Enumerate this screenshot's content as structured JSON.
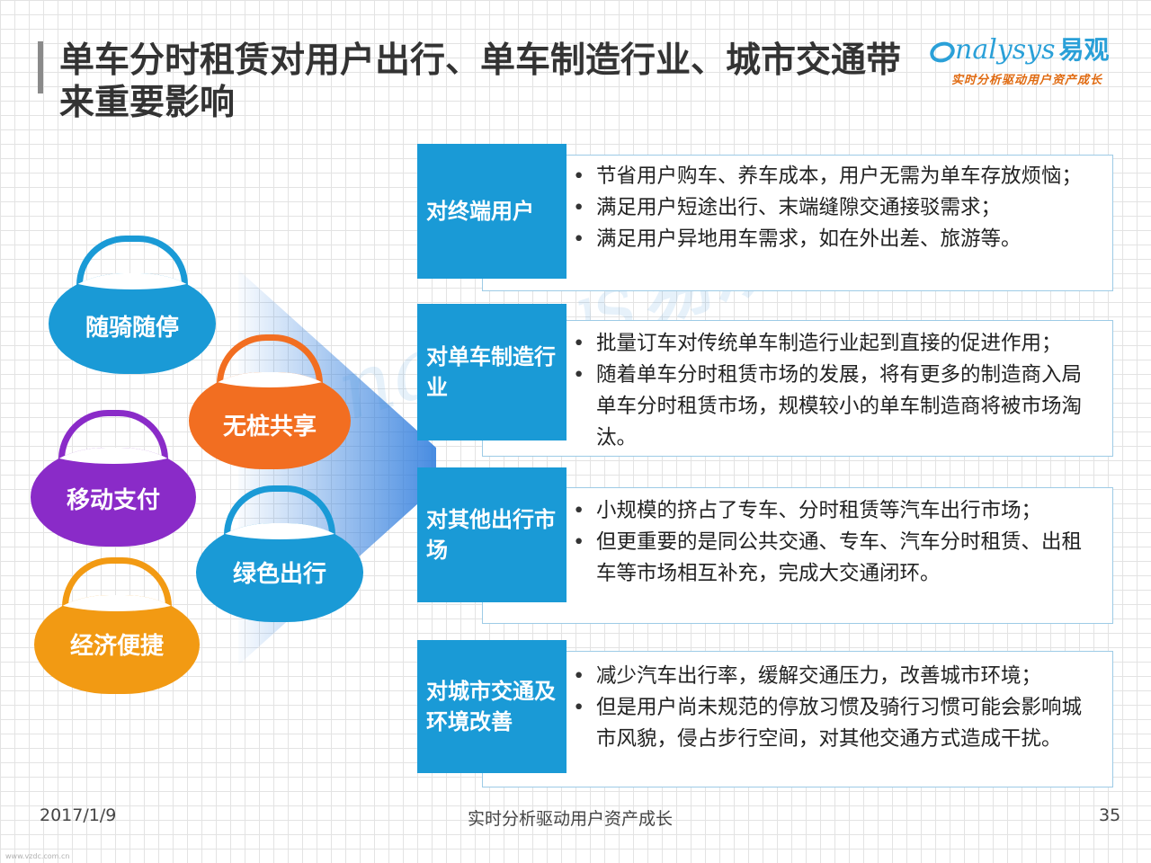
{
  "title": "单车分时租赁对用户出行、单车制造行业、城市交通带来重要影响",
  "logo": {
    "name_en": "nalysys",
    "name_cn": "易观",
    "tagline": "实时分析驱动用户资产成长"
  },
  "watermark": {
    "en": "nalysys",
    "cn": "易观"
  },
  "features": [
    {
      "label": "随骑随停",
      "color": "#1a9ad6"
    },
    {
      "label": "无桩共享",
      "color": "#f26e21"
    },
    {
      "label": "移动支付",
      "color": "#8a2bc8"
    },
    {
      "label": "绿色出行",
      "color": "#1a9ad6"
    },
    {
      "label": "经济便捷",
      "color": "#f29a13"
    }
  ],
  "impacts": [
    {
      "category": "对终端用户",
      "points": [
        "节省用户购车、养车成本，用户无需为单车存放烦恼；",
        "满足用户短途出行、末端缝隙交通接驳需求；",
        "满足用户异地用车需求，如在外出差、旅游等。"
      ]
    },
    {
      "category": "对单车制造行业",
      "points": [
        "批量订车对传统单车制造行业起到直接的促进作用；",
        "随着单车分时租赁市场的发展，将有更多的制造商入局单车分时租赁市场，规模较小的单车制造商将被市场淘汰。"
      ]
    },
    {
      "category": "对其他出行市场",
      "points": [
        "小规模的挤占了专车、分时租赁等汽车出行市场；",
        "但更重要的是同公共交通、专车、汽车分时租赁、出租车等市场相互补充，完成大交通闭环。"
      ]
    },
    {
      "category": "对城市交通及环境改善",
      "points": [
        "减少汽车出行率，缓解交通压力，改善城市环境；",
        "但是用户尚未规范的停放习惯及骑行习惯可能会影响城市风貌，侵占步行空间，对其他交通方式造成干扰。"
      ]
    }
  ],
  "footer": {
    "date": "2017/1/9",
    "slogan": "实时分析驱动用户资产成长",
    "page": "35",
    "source": "www.vzdc.com.cn"
  }
}
